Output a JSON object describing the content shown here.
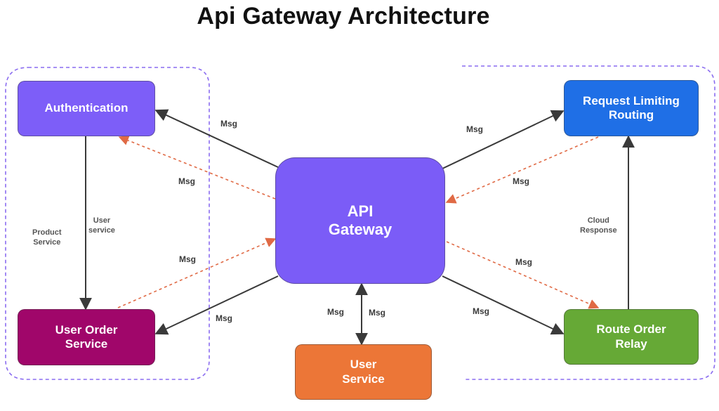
{
  "title": "Api Gateway Architecture",
  "colors": {
    "gateway": "#7b5cf7",
    "authentication": "#7d5ef8",
    "user_order_service": "#a0066a",
    "user_service": "#ec7637",
    "request_limiting": "#1f6fe6",
    "route_order": "#66a936",
    "solid_edge": "#3a3a3a",
    "dashed_edge": "#e06a45",
    "group_border": "#8a6cf0"
  },
  "groups": [
    {
      "id": "left-group",
      "label": ""
    },
    {
      "id": "right-group",
      "label": ""
    }
  ],
  "nodes": {
    "gateway": {
      "label": "API\nGateway"
    },
    "authentication": {
      "label": "Authentication"
    },
    "user_order_service": {
      "label": "User Order\nService"
    },
    "user_service": {
      "label": "User\nService"
    },
    "request_limiting": {
      "label": "Request Limiting\nRouting"
    },
    "route_order": {
      "label": "Route Order\nRelay"
    }
  },
  "edges": [
    {
      "from": "gateway",
      "to": "authentication",
      "style": "solid",
      "label": "Msg"
    },
    {
      "from": "gateway",
      "to": "authentication",
      "style": "dashed",
      "label": "Msg"
    },
    {
      "from": "authentication",
      "to": "user_order_service",
      "style": "solid",
      "label": "User\nservice"
    },
    {
      "from": "user_order_service",
      "to": "gateway",
      "style": "dashed",
      "label": "Msg"
    },
    {
      "from": "gateway",
      "to": "user_order_service",
      "style": "solid",
      "label": "Msg"
    },
    {
      "from": "gateway",
      "to": "request_limiting",
      "style": "solid",
      "label": "Msg"
    },
    {
      "from": "request_limiting",
      "to": "gateway",
      "style": "dashed",
      "label": "Msg"
    },
    {
      "from": "gateway",
      "to": "route_order",
      "style": "dashed",
      "label": "Msg"
    },
    {
      "from": "gateway",
      "to": "route_order",
      "style": "solid",
      "label": "Msg"
    },
    {
      "from": "route_order",
      "to": "request_limiting",
      "style": "solid",
      "label": "Cloud\nResponse"
    },
    {
      "from": "gateway",
      "to": "user_service",
      "style": "solid-bidirectional",
      "label": "Msg",
      "label2": "Msg"
    }
  ],
  "side_labels": {
    "product_service": "Product\nService"
  }
}
